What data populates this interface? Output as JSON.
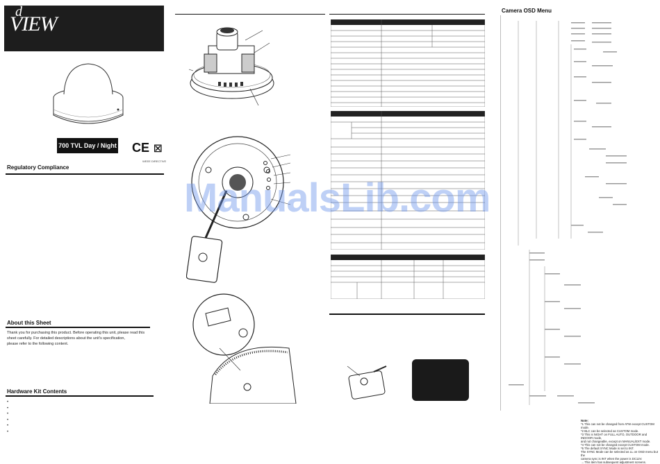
{
  "brand": {
    "logo_text": "VIEW",
    "logo_mark": "d"
  },
  "product": {
    "badge": "700 TVL  Day / Night",
    "cert_marks": "CE",
    "cert_text": "WEEE DIRECTIVE"
  },
  "left_column": {
    "regulatory_title": "Regulatory Compliance",
    "about_title": "About this Sheet",
    "about_text": [
      "Thank you for purchasing this product. Before operating this unit, please read this",
      "sheet carefully. For detailed descriptions about the unit's specification,",
      "please refer to the following content."
    ],
    "hardware_title": "Hardware Kit Contents",
    "hardware_items": [
      "•",
      "•",
      "•",
      "•",
      "•",
      "•"
    ]
  },
  "osd": {
    "title": "Camera OSD Menu",
    "notes_heading": "Note:",
    "notes": [
      "*1 This can not be changed from ATW except CUSTOM mode.",
      "*2 BLC can be selected as CUSTOM mode.",
      "*3 This is NIGHT on FULL AUTO, OUTDOOR and INDOOR mode,",
      "   and not changeable, except on MANUAL/EXT mode.",
      "*4 This can not be changed except CUSTOM mode.",
      "*5 The default SYNC Mode is set to INT.",
      "   The SYNC Mode can be selected as LL on OSD menu but the",
      "   camera sync is INT when the power is DC12V.",
      "→ This item has subsequent adjustment screens."
    ]
  },
  "watermark": "ManualsLib.com"
}
